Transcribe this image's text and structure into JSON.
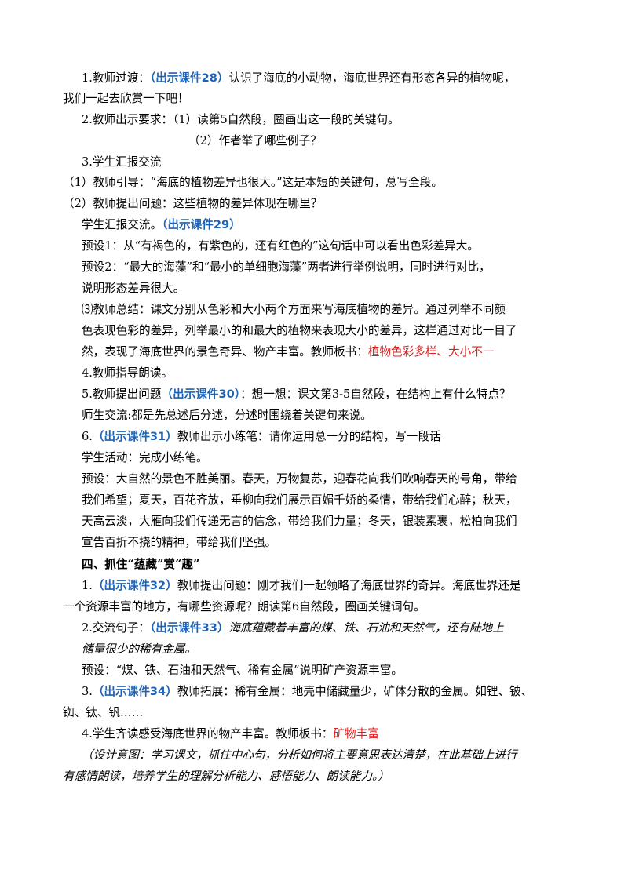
{
  "l01": {
    "a": "1.教师过渡：",
    "b": "（出示课件28）",
    "c": "认识了海底的小动物，海底世界还有形态各异的植物呢，"
  },
  "l02": "我们一起去欣赏一下吧！",
  "l03": "2.教师出示要求：（1）读第5自然段，圈画出这一段的关键句。",
  "l04": "（2）作者举了哪些例子？",
  "l05": "3.学生汇报交流",
  "l06": "（1）教师引导：“海底的植物差异也很大。”这是本短的关键句，总写全段。",
  "l07": "（2）教师提出问题：这些植物的差异体现在哪里？",
  "l08": {
    "a": "学生汇报交流。",
    "b": "（出示课件29）"
  },
  "l09": "预设1：从“有褐色的，有紫色的，还有红色的”这句话中可以看出色彩差异大。",
  "l10": "预设2：“最大的海藻”和“最小的单细胞海藻”两者进行举例说明，同时进行对比，",
  "l11": "说明形态差异很大。",
  "l12": "⑶教师总结：课文分别从色彩和大小两个方面来写海底植物的差异。通过列举不同颜",
  "l13": "色表现色彩的差异，列举最小的和最大的植物来表现大小的差异，这样通过对比一目了",
  "l14": {
    "a": "然，表现了海底世界的景色奇异、物产丰富。教师板书：",
    "b": "植物色彩多样、大小不一"
  },
  "l15": "4.教师指导朗读。",
  "l16": {
    "a": "5.教师提出问题",
    "b": "（出示课件30）",
    "c": "：想一想：课文第3-5自然段，在结构上有什么特点？"
  },
  "l17": "师生交流:都是先总述后分述，分述时围绕着关键句来说。",
  "l18": {
    "a": "6.",
    "b": "（出示课件31）",
    "c": "教师出示小练笔：请你运用总一分的结构，写一段话"
  },
  "l19": "学生活动：完成小练笔。",
  "l20": "预设：大自然的景色不胜美丽。春天，万物复苏，迎春花向我们吹响春天的号角，带给",
  "l21": "我们希望；夏天，百花齐放，垂柳向我们展示百媚千娇的柔情，带给我们心醉；秋天，",
  "l22": "天高云淡，大雁向我们传递无言的信念，带给我们力量；冬天，银装素裹，松柏向我们",
  "l23": "宣告百折不挠的精神，带给我们坚强。",
  "l24": "四、抓住“蕴藏”赏“趣”",
  "l25": {
    "a": "1.",
    "b": "（出示课件32）",
    "c": "教师提出问题：刚才我们一起领略了海底世界的奇异。海底世界还是"
  },
  "l26": "一个资源丰富的地方，有哪些资源呢？朗读第6自然段，圈画关键词句。",
  "l27": {
    "a": "2.交流句子：",
    "b": "（出示课件33）",
    "c": "海底蕴藏着丰富的煤、铁、石油和天然气，还有陆地上"
  },
  "l28": "储量很少的稀有金属。",
  "l29": "预设：“煤、铁、石油和天然气、稀有金属”说明矿产资源丰富。",
  "l30": {
    "a": "3.",
    "b": "（出示课件34）",
    "c": "教师拓展：稀有金属：地壳中储藏量少，矿体分散的金属。如锂、铍、"
  },
  "l31": "铷、钛、钒……",
  "l32": {
    "a": "4.学生齐读感受海底世界的物产丰富。教师板书：",
    "b": "矿物丰富"
  },
  "l33": "（设计意图：学习课文，抓住中心句，分析如何将主要意思表达清楚，在此基础上进行",
  "l34": "有感情朗读，培养学生的理解分析能力、感悟能力、朗读能力。）",
  "colors": {
    "accent_blue": "#1f63b6",
    "highlight_red": "#e02020"
  }
}
